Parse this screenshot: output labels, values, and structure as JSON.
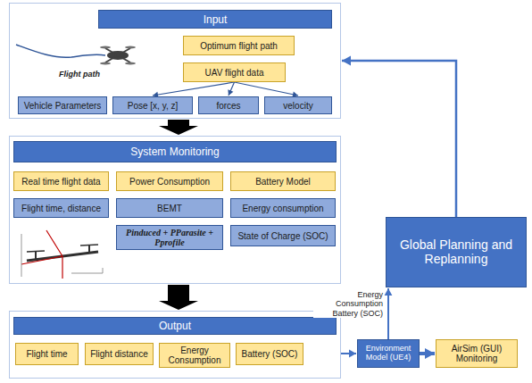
{
  "diagram": {
    "nodes": [
      {
        "text": [
          "Input"
        ]
      },
      {
        "text": [
          "Optimum flight path"
        ],
        "in": 0
      },
      {
        "text": [
          "UAV flight data"
        ],
        "in": 0
      },
      {
        "text": [
          "Vehicle Parameters"
        ],
        "in": 0
      },
      {
        "text": [
          "Pose [x, y, z]"
        ],
        "in": 0
      },
      {
        "text": [
          "forces"
        ],
        "in": 0
      },
      {
        "text": [
          "velocity"
        ],
        "in": 0
      },
      {
        "text": [
          "System Monitoring"
        ]
      },
      {
        "text": [
          "Real time flight data"
        ],
        "in": 7
      },
      {
        "text": [
          "Power Consumption"
        ],
        "in": 7
      },
      {
        "text": [
          "Battery Model"
        ],
        "in": 7
      },
      {
        "text": [
          "Flight time, distance"
        ],
        "in": 7
      },
      {
        "text": [
          "BEMT"
        ],
        "in": 7
      },
      {
        "text": [
          "Energy consumption"
        ],
        "in": 7
      },
      {
        "text": [
          "Pinduced + PParasite + Pprofile"
        ],
        "in": 7
      },
      {
        "text": [
          "State of Charge (SOC)"
        ],
        "in": 7
      },
      {
        "text": [
          "Output"
        ]
      },
      {
        "text": [
          "Flight time"
        ],
        "in": 16
      },
      {
        "text": [
          "Flight distance"
        ],
        "in": 16
      },
      {
        "text": [
          "Energy Consumption"
        ],
        "in": 16
      },
      {
        "text": [
          "Battery (SOC)"
        ],
        "in": 16
      },
      {
        "text": [
          "Global Planning and Replanning"
        ]
      },
      {
        "text": [
          "Environment Model (UE4)"
        ]
      },
      {
        "text": [
          "AirSim (GUI) Monitoring"
        ]
      }
    ],
    "edges": [
      {
        "from": 2,
        "to": 4,
        "arrow": "to"
      },
      {
        "from": 2,
        "to": 5,
        "arrow": "to"
      },
      {
        "from": 2,
        "to": 6,
        "arrow": "to"
      },
      {
        "from": 0,
        "to": 7,
        "arrow": "to"
      },
      {
        "from": 7,
        "to": 16,
        "arrow": "to"
      },
      {
        "from": 16,
        "to": 22,
        "arrow": "to"
      },
      {
        "from": 22,
        "to": 23,
        "arrow": "to"
      },
      {
        "from": 22,
        "to": 21,
        "label": "Energy Consumption Battery (SOC)",
        "arrow": "to"
      },
      {
        "from": 21,
        "to": 0,
        "arrow": "to"
      }
    ],
    "labels": [
      "Flight path"
    ]
  }
}
